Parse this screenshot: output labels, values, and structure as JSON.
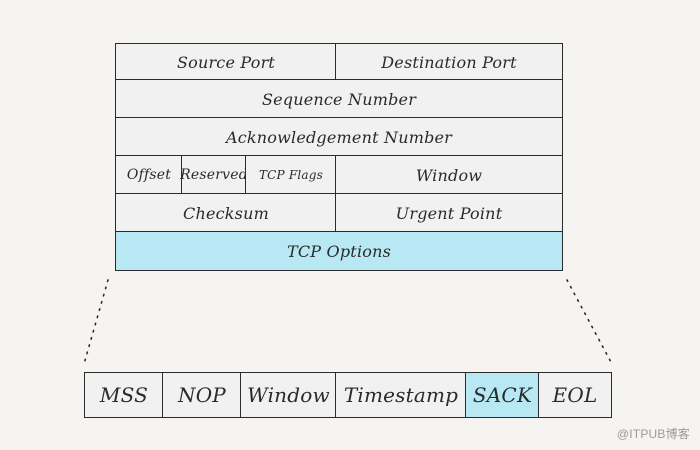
{
  "header_table": {
    "source_port": "Source Port",
    "destination_port": "Destination Port",
    "sequence_number": "Sequence Number",
    "acknowledgement_number": "Acknowledgement Number",
    "offset": "Offset",
    "reserved": "Reserved",
    "tcp_flags": "TCP Flags",
    "window": "Window",
    "checksum": "Checksum",
    "urgent_point": "Urgent Point",
    "tcp_options": "TCP Options"
  },
  "options_table": {
    "mss": "MSS",
    "nop": "NOP",
    "window": "Window",
    "timestamp": "Timestamp",
    "sack": "SACK",
    "eol": "EOL"
  },
  "watermark": "@ITPUB博客",
  "colors": {
    "highlight": "#b7e8f3",
    "cell_bg": "#f2f1f2",
    "border": "#2b2b2b",
    "page_bg": "#f6f4f1"
  }
}
